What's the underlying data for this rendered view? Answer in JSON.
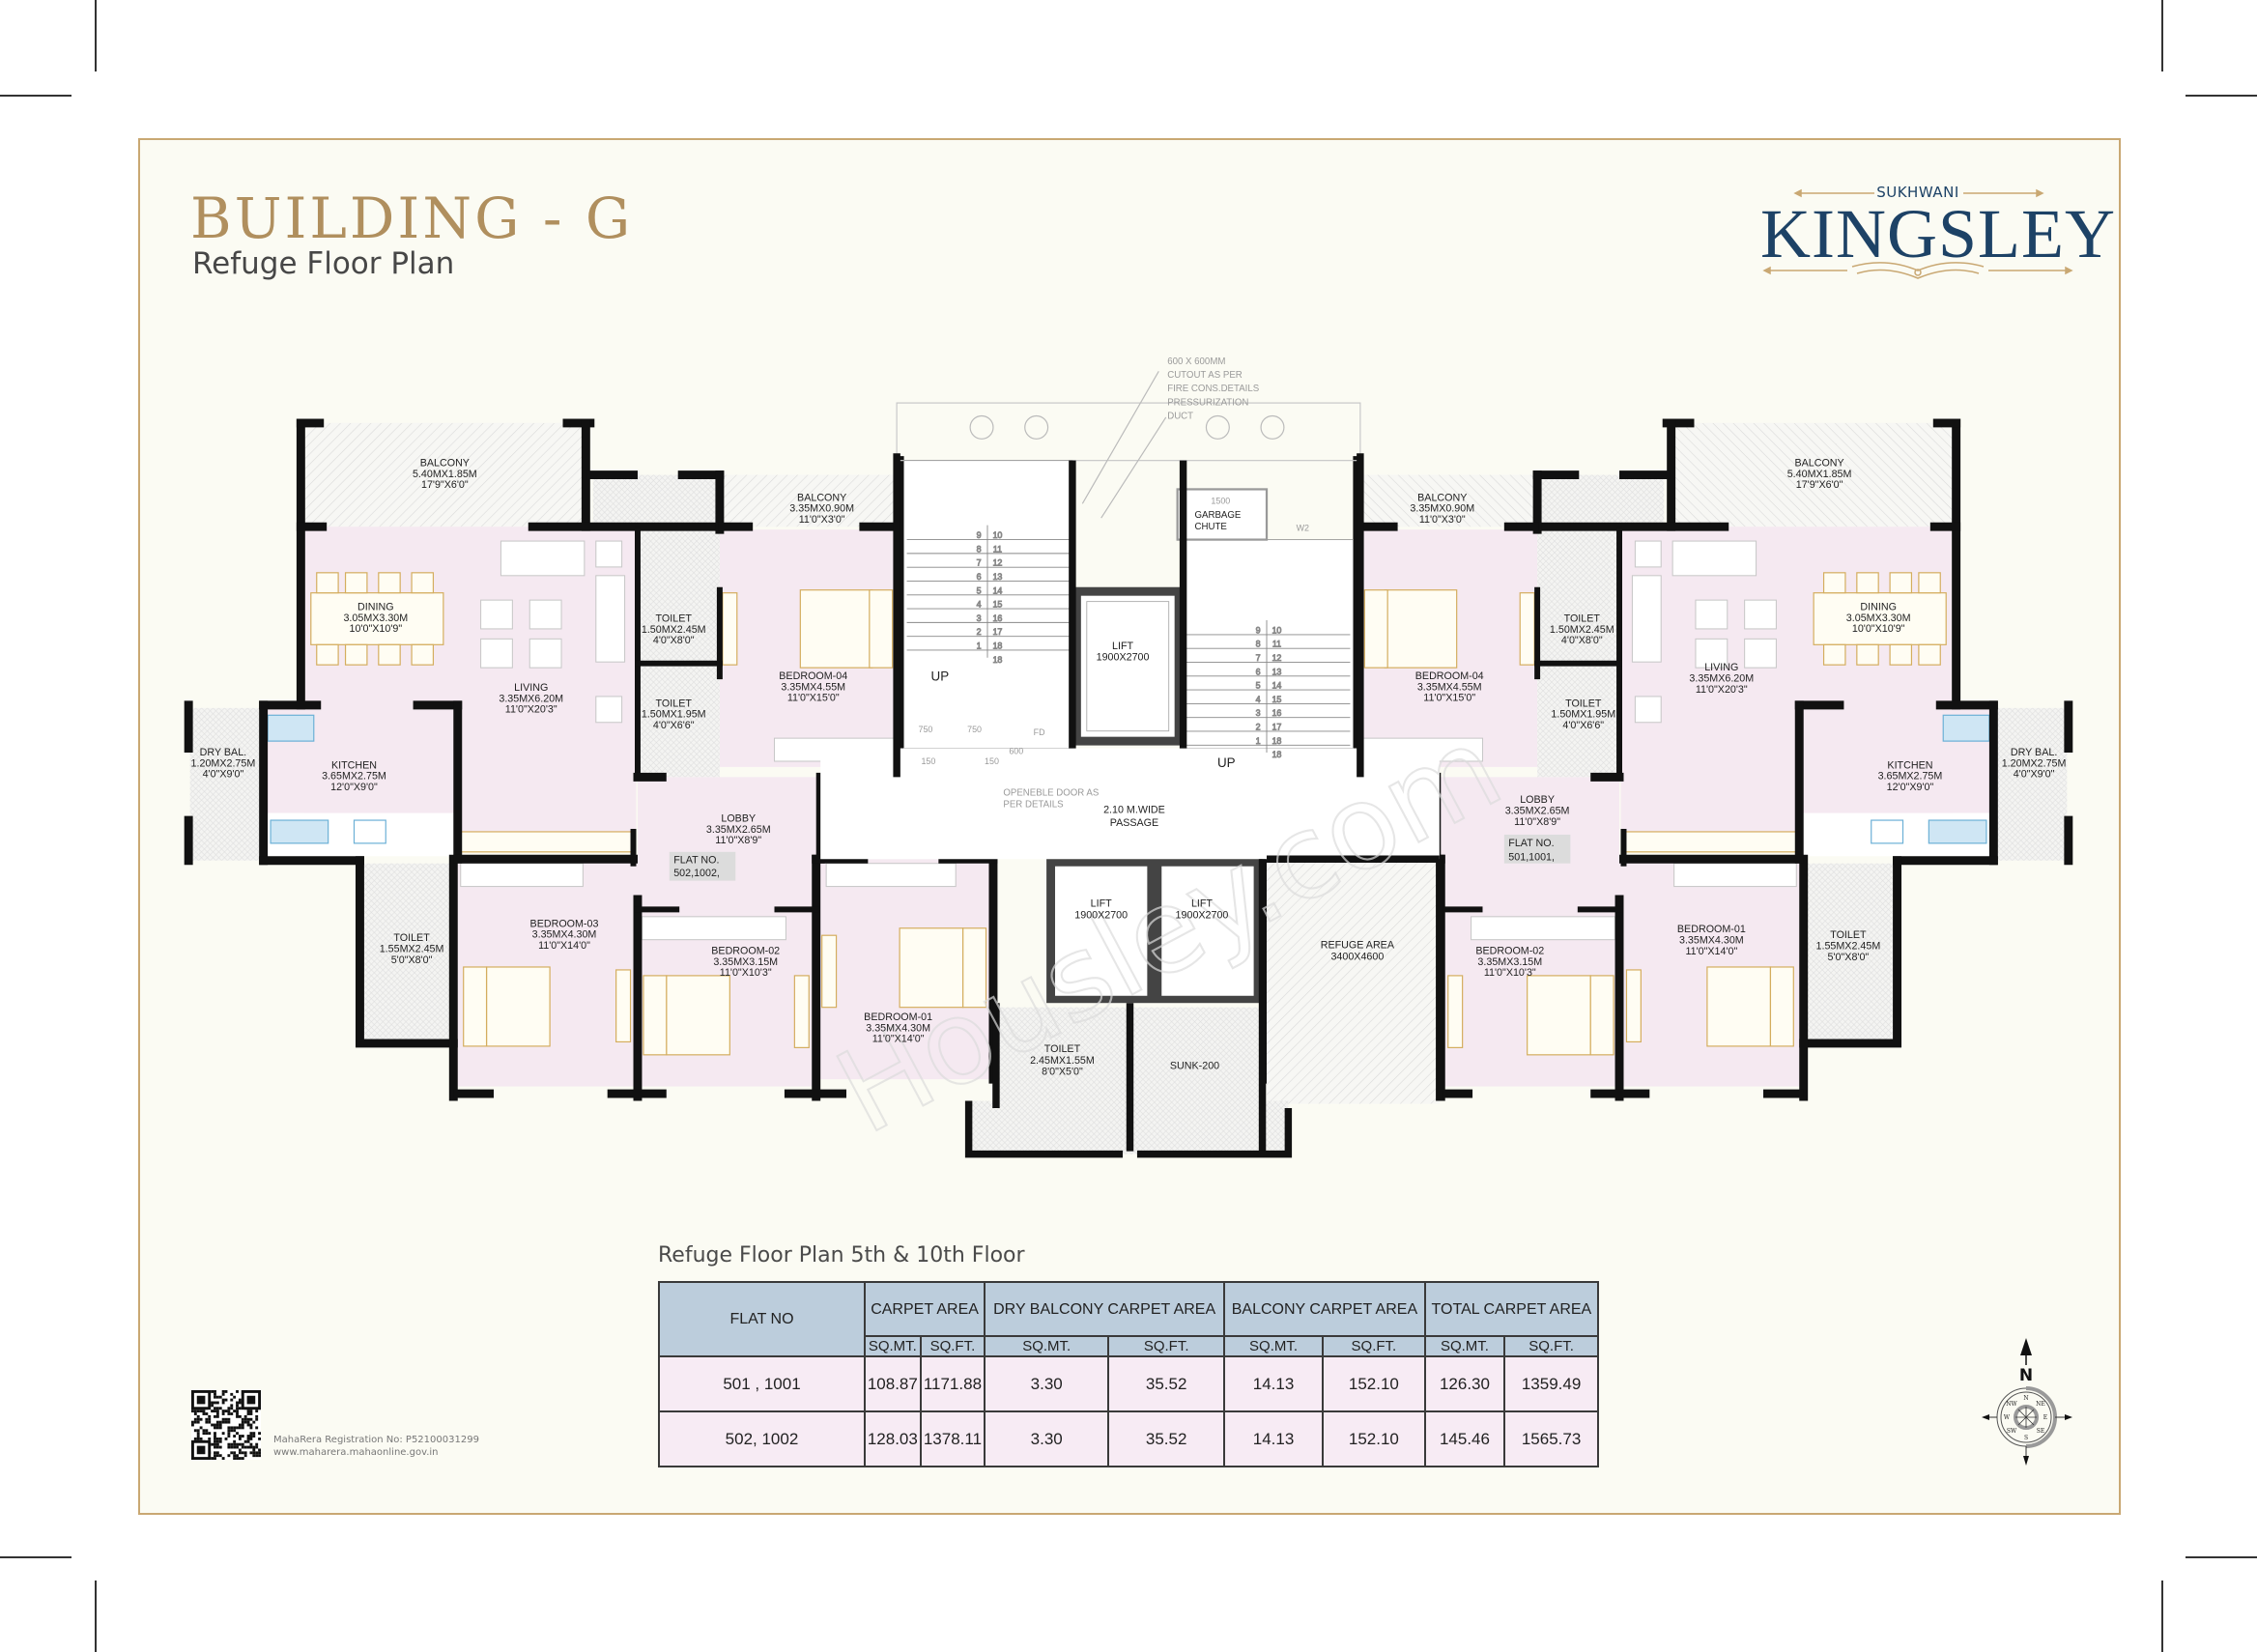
{
  "header": {
    "title": "BUILDING - G",
    "subtitle": "Refuge Floor Plan"
  },
  "logo": {
    "brand": "SUKHWANI",
    "name": "KINGSLEY",
    "color": "#1d4266",
    "accent": "#c9a873"
  },
  "plan": {
    "left_flat": {
      "flat_no_label": "FLAT NO.",
      "flat_no": "502,1002,",
      "rooms": [
        {
          "name": "BALCONY",
          "metric": "5.40MX1.85M",
          "imperial": "17'9\"X6'0\""
        },
        {
          "name": "BALCONY",
          "metric": "3.35MX0.90M",
          "imperial": "11'0\"X3'0\""
        },
        {
          "name": "DINING",
          "metric": "3.05MX3.30M",
          "imperial": "10'0\"X10'9\""
        },
        {
          "name": "TOILET",
          "metric": "1.50MX2.45M",
          "imperial": "4'0\"X8'0\""
        },
        {
          "name": "LIVING",
          "metric": "3.35MX6.20M",
          "imperial": "11'0\"X20'3\""
        },
        {
          "name": "BEDROOM-04",
          "metric": "3.35MX4.55M",
          "imperial": "11'0\"X15'0\""
        },
        {
          "name": "TOILET",
          "metric": "1.50MX1.95M",
          "imperial": "4'0\"X6'6\""
        },
        {
          "name": "DRY BAL.",
          "metric": "1.20MX2.75M",
          "imperial": "4'0\"X9'0\""
        },
        {
          "name": "KITCHEN",
          "metric": "3.65MX2.75M",
          "imperial": "12'0\"X9'0\""
        },
        {
          "name": "LOBBY",
          "metric": "3.35MX2.65M",
          "imperial": "11'0\"X8'9\""
        },
        {
          "name": "BEDROOM-03",
          "metric": "3.35MX4.30M",
          "imperial": "11'0\"X14'0\""
        },
        {
          "name": "TOILET",
          "metric": "1.55MX2.45M",
          "imperial": "5'0\"X8'0\""
        },
        {
          "name": "BEDROOM-02",
          "metric": "3.35MX3.15M",
          "imperial": "11'0\"X10'3\""
        },
        {
          "name": "BEDROOM-01",
          "metric": "3.35MX4.30M",
          "imperial": "11'0\"X14'0\""
        }
      ]
    },
    "right_flat": {
      "flat_no_label": "FLAT NO.",
      "flat_no": "501,1001,",
      "rooms": [
        {
          "name": "BALCONY",
          "metric": "5.40MX1.85M",
          "imperial": "17'9\"X6'0\""
        },
        {
          "name": "BALCONY",
          "metric": "3.35MX0.90M",
          "imperial": "11'0\"X3'0\""
        },
        {
          "name": "DINING",
          "metric": "3.05MX3.30M",
          "imperial": "10'0\"X10'9\""
        },
        {
          "name": "TOILET",
          "metric": "1.50MX2.45M",
          "imperial": "4'0\"X8'0\""
        },
        {
          "name": "LIVING",
          "metric": "3.35MX6.20M",
          "imperial": "11'0\"X20'3\""
        },
        {
          "name": "BEDROOM-04",
          "metric": "3.35MX4.55M",
          "imperial": "11'0\"X15'0\""
        },
        {
          "name": "TOILET",
          "metric": "1.50MX1.95M",
          "imperial": "4'0\"X6'6\""
        },
        {
          "name": "DRY BAL.",
          "metric": "1.20MX2.75M",
          "imperial": "4'0\"X9'0\""
        },
        {
          "name": "KITCHEN",
          "metric": "3.65MX2.75M",
          "imperial": "12'0\"X9'0\""
        },
        {
          "name": "LOBBY",
          "metric": "3.35MX2.65M",
          "imperial": "11'0\"X8'9\""
        },
        {
          "name": "BEDROOM-01",
          "metric": "3.35MX4.30M",
          "imperial": "11'0\"X14'0\""
        },
        {
          "name": "TOILET",
          "metric": "1.55MX2.45M",
          "imperial": "5'0\"X8'0\""
        },
        {
          "name": "BEDROOM-02",
          "metric": "3.35MX3.15M",
          "imperial": "11'0\"X10'3\""
        }
      ]
    },
    "core": {
      "lift_top": {
        "name": "LIFT",
        "size": "1900X2700"
      },
      "lift_bottom_1": {
        "name": "LIFT",
        "size": "1900X2700"
      },
      "lift_bottom_2": {
        "name": "LIFT",
        "size": "1900X2700"
      },
      "garbage": [
        "GARBAGE",
        "CHUTE"
      ],
      "up_left": "UP",
      "up_right": "UP",
      "passage": [
        "2.10 M.WIDE",
        "PASSAGE"
      ],
      "door_note": [
        "OPENEBLE DOOR AS",
        "PER DETAILS"
      ],
      "toilet": {
        "name": "TOILET",
        "metric": "2.45MX1.55M",
        "imperial": "8'0\"X5'0\""
      },
      "sunk": "SUNK-200",
      "refuge": {
        "name": "REFUGE AREA",
        "size": "3400X4600"
      },
      "duct_note": [
        "600 X 600MM",
        "CUTOUT AS PER",
        "FIRE CONS.DETAILS",
        "PRESSURIZATION",
        "DUCT"
      ],
      "dims": {
        "chute_width": "1500",
        "window_tag": "W2",
        "fire_door_tag": "FD",
        "step_a": "750",
        "step_b": "750",
        "shaft_a": "150",
        "shaft_b": "150",
        "shaft_c": "600"
      },
      "stair_steps_down": [
        "9",
        "8",
        "7",
        "6",
        "5",
        "4",
        "3",
        "2",
        "1"
      ],
      "stair_steps_up": [
        "10",
        "11",
        "12",
        "13",
        "14",
        "15",
        "16",
        "17",
        "18"
      ]
    },
    "watermark": "Housley.com",
    "colors": {
      "room_fill": "#f5e9f1",
      "wall": "#111111",
      "furniture": "#d4ad5e"
    }
  },
  "area_table": {
    "title": "Refuge Floor Plan 5th & 10th Floor",
    "headers": {
      "flat_no": "FLAT NO",
      "carpet": "CARPET AREA",
      "dry_balcony": "DRY BALCONY CARPET AREA",
      "balcony": "BALCONY CARPET AREA",
      "total": "TOTAL CARPET AREA"
    },
    "units": [
      "SQ.MT.",
      "SQ.FT.",
      "SQ.MT.",
      "SQ.FT.",
      "SQ.MT.",
      "SQ.FT.",
      "SQ.MT.",
      "SQ.FT."
    ],
    "rows": [
      {
        "flat": "501 , 1001",
        "values": [
          "108.87",
          "1171.88",
          "3.30",
          "35.52",
          "14.13",
          "152.10",
          "126.30",
          "1359.49"
        ]
      },
      {
        "flat": "502, 1002",
        "values": [
          "128.03",
          "1378.11",
          "3.30",
          "35.52",
          "14.13",
          "152.10",
          "145.46",
          "1565.73"
        ]
      }
    ]
  },
  "footer": {
    "rera_line1": "MahaRera Registration No: P52100031299",
    "rera_line2": "www.maharera.mahaonline.gov.in"
  },
  "compass": {
    "north": "N",
    "points": [
      "N",
      "NE",
      "E",
      "SE",
      "S",
      "SW",
      "W",
      "NW"
    ]
  }
}
